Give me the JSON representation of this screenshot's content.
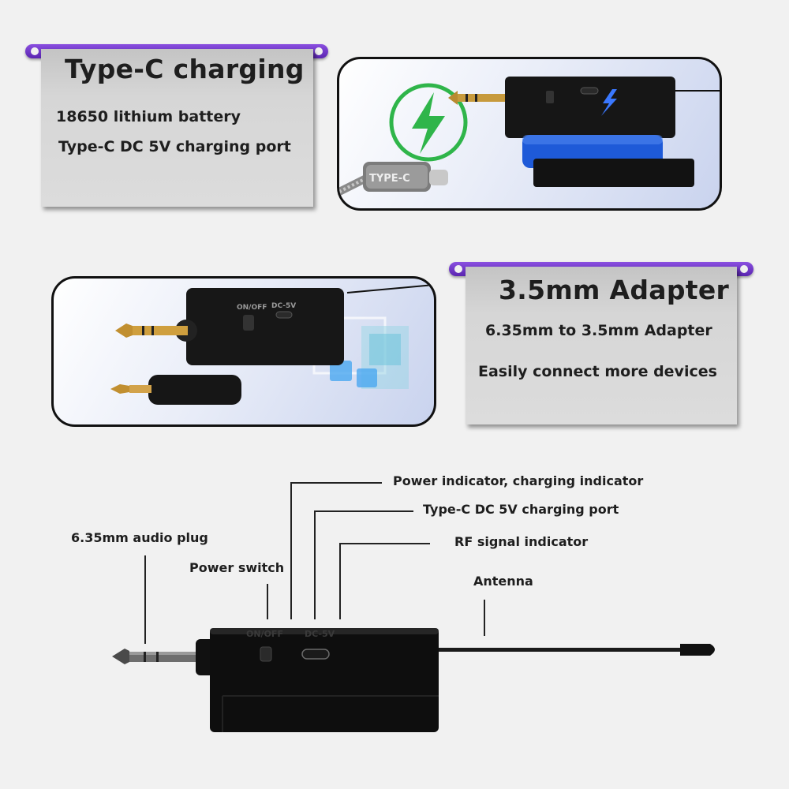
{
  "charging_card": {
    "title": "Type-C charging",
    "line1": "18650 lithium battery",
    "line2": "Type-C DC 5V charging port"
  },
  "adapter_card": {
    "title": "3.5mm Adapter",
    "line1": "6.35mm to 3.5mm Adapter",
    "line2": "Easily connect more devices"
  },
  "charging_photo": {
    "cable_label": "TYPE-C"
  },
  "device_markings": {
    "switch_mark": "ON/OFF",
    "port_mark": "DC-5V"
  },
  "callouts": {
    "power_indicator": "Power indicator, charging indicator",
    "charging_port": "Type-C DC 5V charging port",
    "audio_plug": "6.35mm audio plug",
    "rf_indicator": "RF signal indicator",
    "power_switch": "Power switch",
    "antenna": "Antenna"
  },
  "colors": {
    "accent_purple": "#6a35c8",
    "charge_green": "#2fb54a",
    "battery_blue": "#1e5ad8"
  }
}
